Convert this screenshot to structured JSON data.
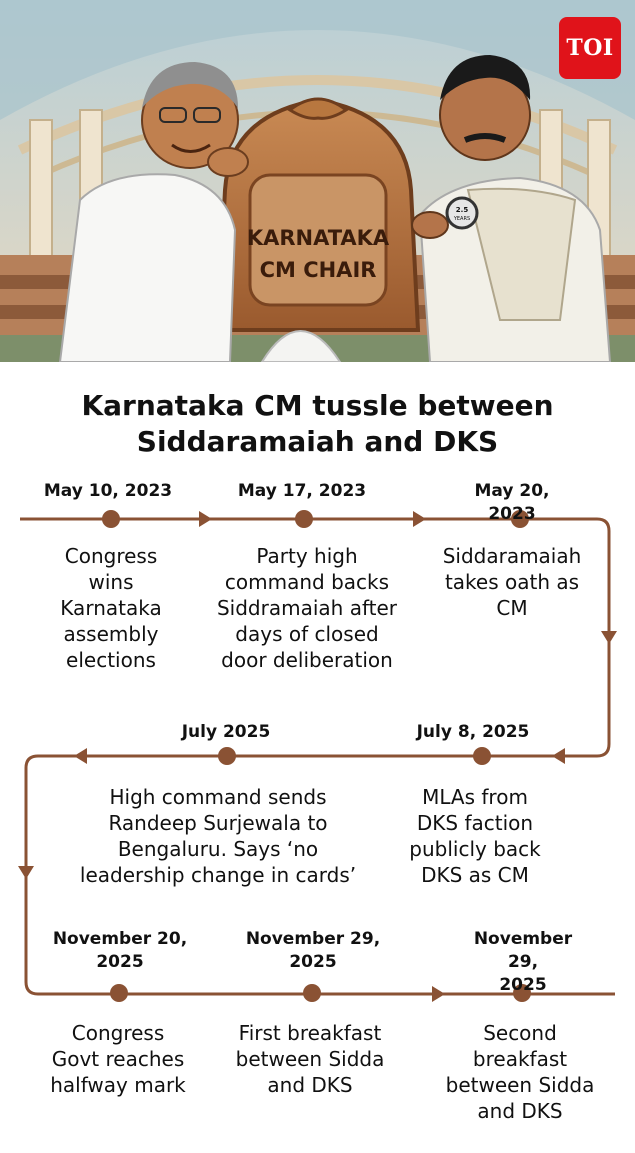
{
  "brand": {
    "logo": "TOI"
  },
  "illustration": {
    "chair_label_line1": "KARNATAKA",
    "chair_label_line2": "CM CHAIR",
    "watch_line1": "2.5",
    "watch_line2": "YEARS"
  },
  "headline": {
    "line1": "Karnataka CM tussle between",
    "line2": "Siddaramaiah and DKS"
  },
  "colors": {
    "timeline": "#8a5234",
    "brand_red": "#e0131a"
  },
  "events": [
    {
      "date": [
        "May 10, 2023"
      ],
      "text": [
        "Congress",
        "wins",
        "Karnataka",
        "assembly",
        "elections"
      ]
    },
    {
      "date": [
        "May 17, 2023"
      ],
      "text": [
        "Party high",
        "command backs",
        "Siddramaiah after",
        "days of closed",
        "door deliberation"
      ]
    },
    {
      "date": [
        "May 20, 2023"
      ],
      "text": [
        "Siddaramaiah",
        "takes oath as",
        "CM"
      ]
    },
    {
      "date": [
        "July 8, 2025"
      ],
      "text": [
        "MLAs from",
        "DKS faction",
        "publicly back",
        "DKS as CM"
      ]
    },
    {
      "date": [
        "July 2025"
      ],
      "text": [
        "High command sends",
        "Randeep Surjewala to",
        "Bengaluru. Says ‘no",
        "leadership change in cards’"
      ]
    },
    {
      "date": [
        "November 20,",
        "2025"
      ],
      "text": [
        "Congress",
        "Govt reaches",
        "halfway mark"
      ]
    },
    {
      "date": [
        "November 29,",
        "2025"
      ],
      "text": [
        "First breakfast",
        "between Sidda",
        "and DKS"
      ]
    },
    {
      "date": [
        "November 29,",
        "2025"
      ],
      "text": [
        "Second",
        "breakfast",
        "between Sidda",
        "and DKS"
      ]
    }
  ]
}
